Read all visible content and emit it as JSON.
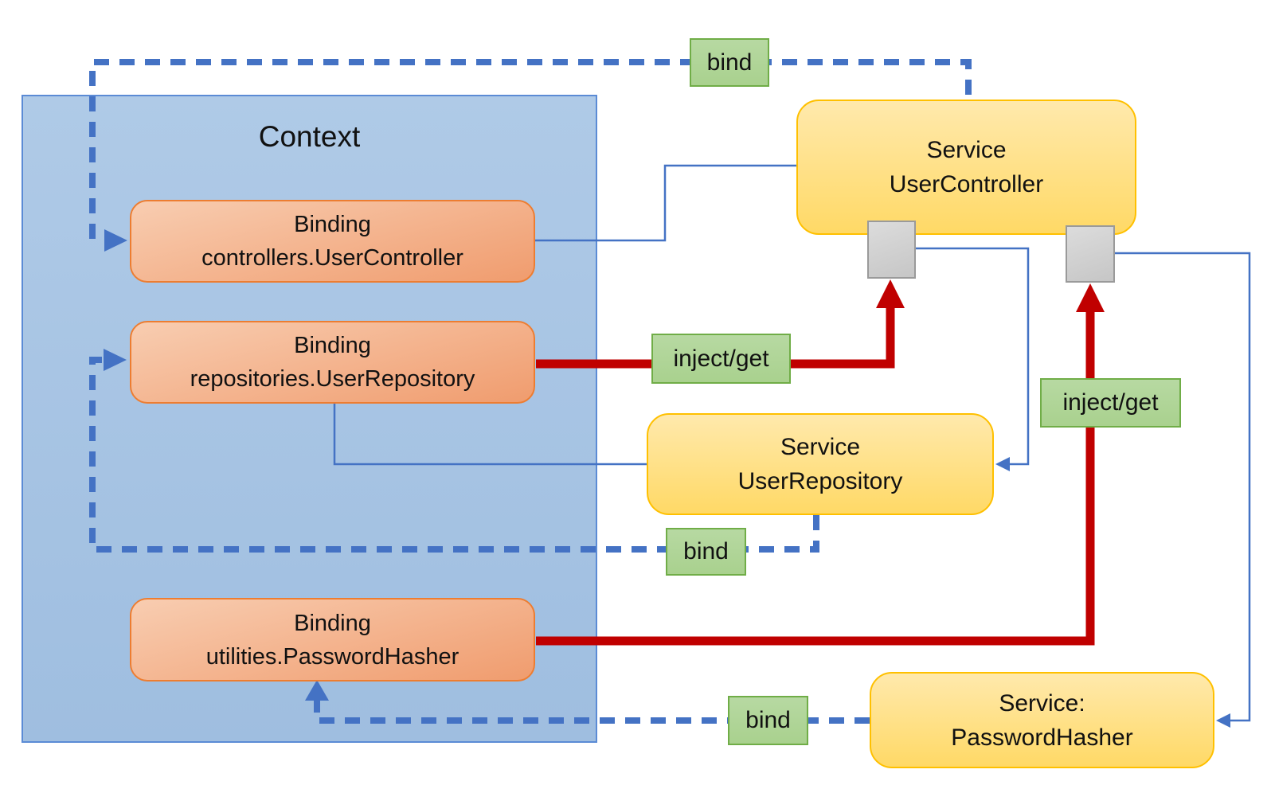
{
  "diagram": {
    "context": {
      "title": "Context"
    },
    "nodes": {
      "binding_controllers": {
        "line1": "Binding",
        "line2": "controllers.UserController"
      },
      "binding_repositories": {
        "line1": "Binding",
        "line2": "repositories.UserRepository"
      },
      "binding_utilities": {
        "line1": "Binding",
        "line2": "utilities.PasswordHasher"
      },
      "service_user_controller": {
        "line1": "Service",
        "line2": "UserController"
      },
      "service_user_repository": {
        "line1": "Service",
        "line2": "UserRepository"
      },
      "service_password_hasher": {
        "line1": "Service:",
        "line2": "PasswordHasher"
      }
    },
    "edge_labels": {
      "bind_top": "bind",
      "inject_get_left": "inject/get",
      "inject_get_right": "inject/get",
      "bind_middle": "bind",
      "bind_bottom": "bind"
    }
  },
  "colors": {
    "accent_blue": "#4472C4",
    "red": "#C00000",
    "green_fill": "#A9D18E",
    "green_border": "#70AD47",
    "orange_fill_top": "#F8CDB1",
    "orange_fill_bottom": "#F09C6E",
    "orange_border": "#ED7D31",
    "yellow_fill_top": "#FFE9AC",
    "yellow_fill_bottom": "#FFD966",
    "yellow_border": "#FFC000",
    "context_fill_top": "#AFCAE7",
    "context_fill_bottom": "#9FBEE0",
    "context_border": "#5B8BD5",
    "gray_fill": "#D1D1D1",
    "gray_border": "#9A9A9A"
  }
}
